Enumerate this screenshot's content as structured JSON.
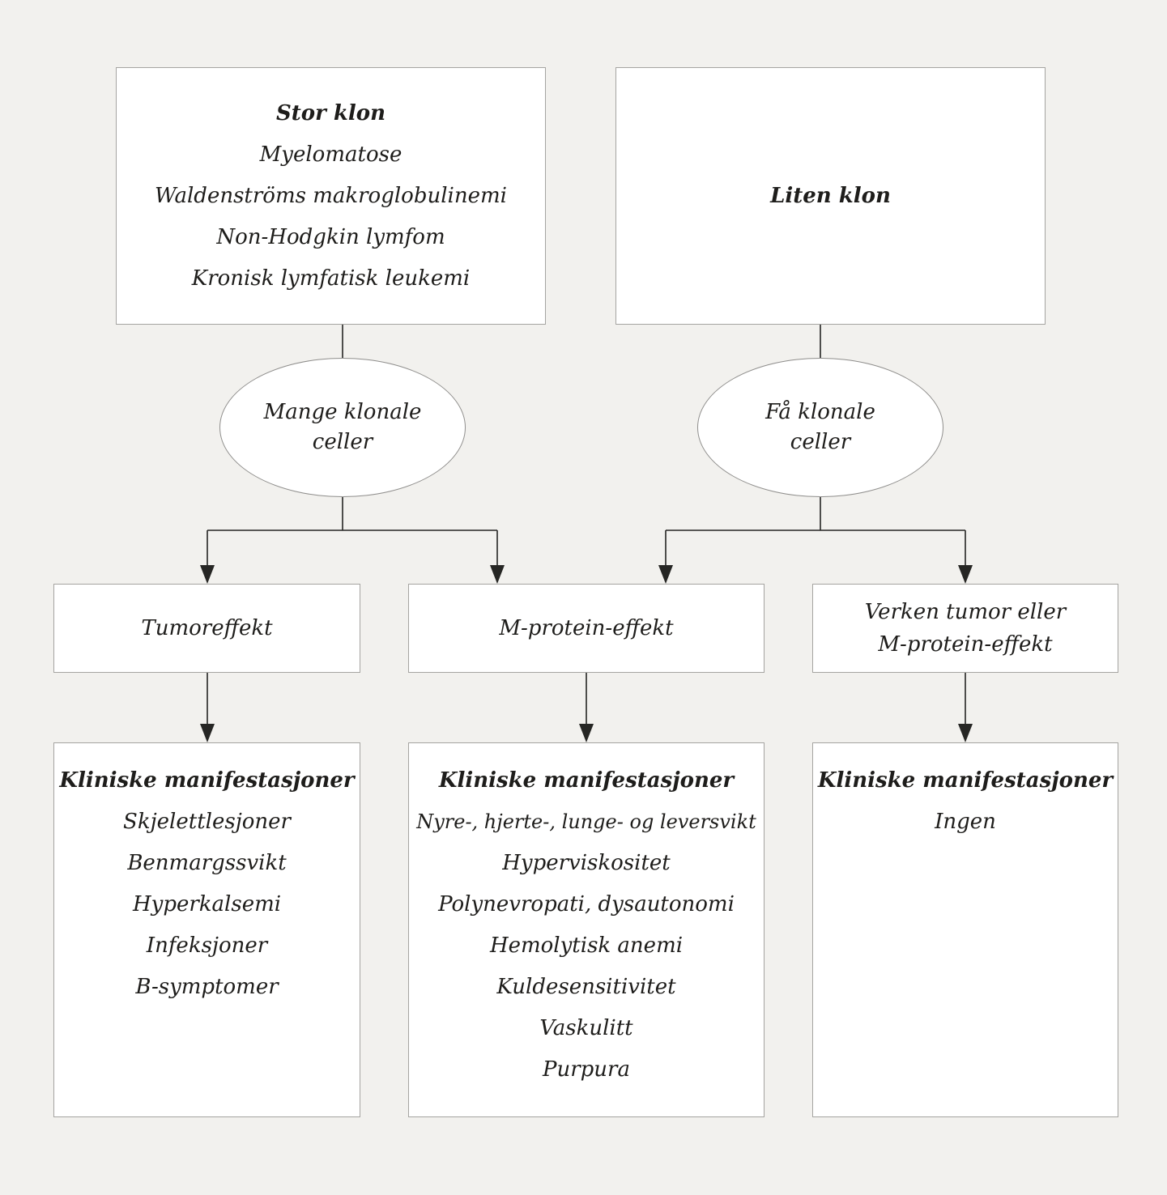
{
  "colors": {
    "background": "#f2f1ee",
    "box_fill": "#ffffff",
    "box_border": "#a5a4a1",
    "ellipse_border": "#8f8e8c",
    "connector_line": "#262624",
    "text": "#1e1d1b"
  },
  "nodes": {
    "large_clone": {
      "title": "Stor klon",
      "items": [
        "Myelomatose",
        "Waldenströms makroglobulinemi",
        "Non-Hodgkin lymfom",
        "Kronisk lymfatisk leukemi"
      ]
    },
    "small_clone": {
      "title": "Liten klon"
    },
    "many_clonal_cells": {
      "lines": [
        "Mange klonale",
        "celler"
      ]
    },
    "few_clonal_cells": {
      "lines": [
        "Få klonale",
        "celler"
      ]
    },
    "tumor_effect": {
      "label": "Tumoreffekt"
    },
    "m_protein_effect": {
      "label": "M-protein-effekt"
    },
    "neither_effect": {
      "lines": [
        "Verken tumor eller",
        "M-protein-effekt"
      ]
    },
    "manifestations_tumor": {
      "title": "Kliniske manifestasjoner",
      "items": [
        "Skjelettlesjoner",
        "Benmargssvikt",
        "Hyperkalsemi",
        "Infeksjoner",
        "B-symptomer"
      ]
    },
    "manifestations_m_protein": {
      "title": "Kliniske manifestasjoner",
      "items": [
        "Nyre-, hjerte-, lunge- og leversvikt",
        "Hyperviskositet",
        "Polynevropati, dysautonomi",
        "Hemolytisk anemi",
        "Kuldesensitivitet",
        "Vaskulitt",
        "Purpura"
      ]
    },
    "manifestations_none": {
      "title": "Kliniske manifestasjoner",
      "items": [
        "Ingen"
      ]
    }
  }
}
